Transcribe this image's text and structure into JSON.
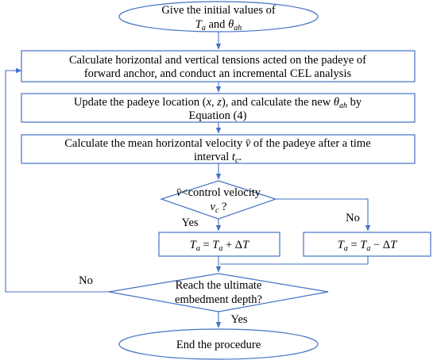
{
  "nodes": {
    "start": {
      "line1": "Give the initial values of",
      "line2": {
        "t_sym": "T",
        "t_sub": "a",
        "and": "and",
        "theta_sym": "θ",
        "theta_sub": "ah"
      }
    },
    "calc_tensions": {
      "line1": "Calculate horizontal and vertical tensions acted on the padeye of",
      "line2": "forward anchor, and conduct an incremental CEL analysis"
    },
    "update_padeye": {
      "line1_a": "Update the padeye location (",
      "x": "x",
      "comma": ", ",
      "z": "z",
      "line1_b": "), and calculate the new",
      "theta_sym": "θ",
      "theta_sub": "ah",
      "by": "by",
      "line2": "Equation (4)"
    },
    "mean_velocity": {
      "line1_a": "Calculate the mean horizontal velocity",
      "v_sym": "v̄",
      "line1_b": "of the padeye after a time",
      "line2_a": "interval",
      "t_sym": "t",
      "t_sub": "c",
      "period": "."
    },
    "decision_velocity": {
      "v_sym": "v̄",
      "line1": "<control velocity",
      "vc_sym": "v",
      "vc_sub": "c",
      "q": "?"
    },
    "increase_ta": {
      "lhs": "T",
      "lhs_sub": "a",
      "eq": "=",
      "rhs": "T",
      "rhs_sub": "a",
      "op": "+ Δ",
      "delta": "T"
    },
    "decrease_ta": {
      "lhs": "T",
      "lhs_sub": "a",
      "eq": "=",
      "rhs": "T",
      "rhs_sub": "a",
      "op": "− Δ",
      "delta": "T"
    },
    "decision_depth": {
      "line1": "Reach the ultimate",
      "line2": "embedment depth?"
    },
    "end": {
      "label": "End the procedure"
    }
  },
  "edge_labels": {
    "yes_velocity": "Yes",
    "no_velocity": "No",
    "no_depth": "No",
    "yes_depth": "Yes"
  },
  "colors": {
    "stroke": "#4472C4",
    "text": "#000000"
  }
}
